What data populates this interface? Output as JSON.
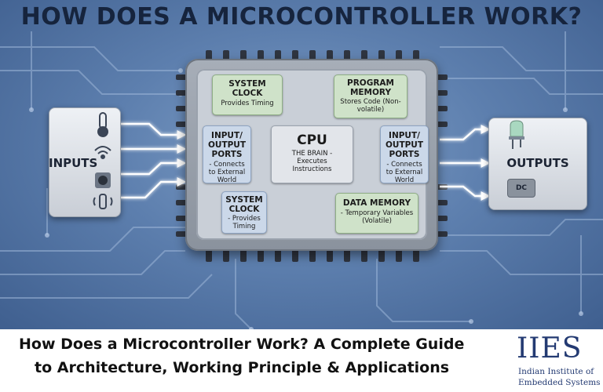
{
  "title": "HOW DOES A MICROCONTROLLER WORK?",
  "diagram": {
    "inputs_label": "INPUTS",
    "outputs_label": "OUTPUTS",
    "cpu": {
      "title": "CPU",
      "desc": "THE BRAIN - Executes Instructions"
    },
    "system_clock_top": {
      "title": "SYSTEM CLOCK",
      "desc": "Provides Timing"
    },
    "program_memory": {
      "title": "PROGRAM MEMORY",
      "desc": "Stores Code (Non-volatile)"
    },
    "io_left": {
      "title": "INPUT/ OUTPUT PORTS",
      "desc": "- Connects to External World"
    },
    "io_right": {
      "title": "INPUT/ OUTPUT PORTS",
      "desc": "- Connects to External World"
    },
    "system_clock_bottom": {
      "title": "SYSTEM CLOCK",
      "desc": "- Provides Timing"
    },
    "data_memory": {
      "title": "DATA MEMORY",
      "desc": "- Temporary Variables (Volatile)"
    },
    "dc_label": "DC"
  },
  "caption": {
    "line1": "How Does a Microcontroller Work? A Complete Guide",
    "line2": "to Architecture, Working Principle & Applications"
  },
  "logo": {
    "name": "IIES",
    "line1": "Indian Institute of",
    "line2": "Embedded Systems"
  },
  "colors": {
    "background": "#5d7fae",
    "title_text": "#16243d",
    "green_box": "#cfe2c9",
    "blue_box": "#cbd8e9",
    "logo_blue": "#233a72"
  }
}
